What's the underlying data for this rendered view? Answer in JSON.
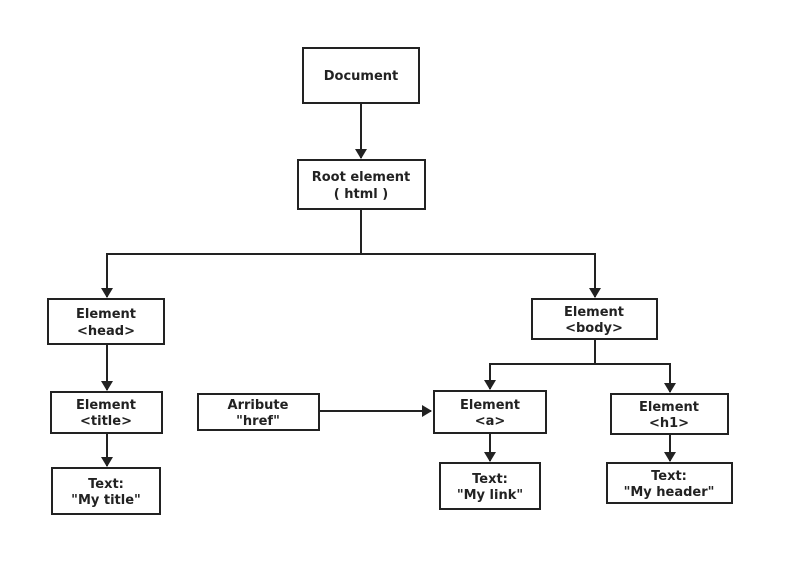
{
  "nodes": {
    "document": {
      "lines": [
        "Document"
      ]
    },
    "root": {
      "lines": [
        "Root element",
        "( html )"
      ]
    },
    "head": {
      "lines": [
        "Element",
        "<head>"
      ]
    },
    "body": {
      "lines": [
        "Element",
        "<body>"
      ]
    },
    "title": {
      "lines": [
        "Element",
        "<title>"
      ]
    },
    "title_text": {
      "lines": [
        "Text:",
        "\"My title\""
      ]
    },
    "attr_href": {
      "lines": [
        "Arribute",
        "\"href\""
      ]
    },
    "a": {
      "lines": [
        "Element",
        "<a>"
      ]
    },
    "a_text": {
      "lines": [
        "Text:",
        "\"My link\""
      ]
    },
    "h1": {
      "lines": [
        "Element",
        "<h1>"
      ]
    },
    "h1_text": {
      "lines": [
        "Text:",
        "\"My header\""
      ]
    }
  },
  "colors": {
    "stroke": "#222222",
    "fill": "#ffffff",
    "text": "#222222"
  }
}
